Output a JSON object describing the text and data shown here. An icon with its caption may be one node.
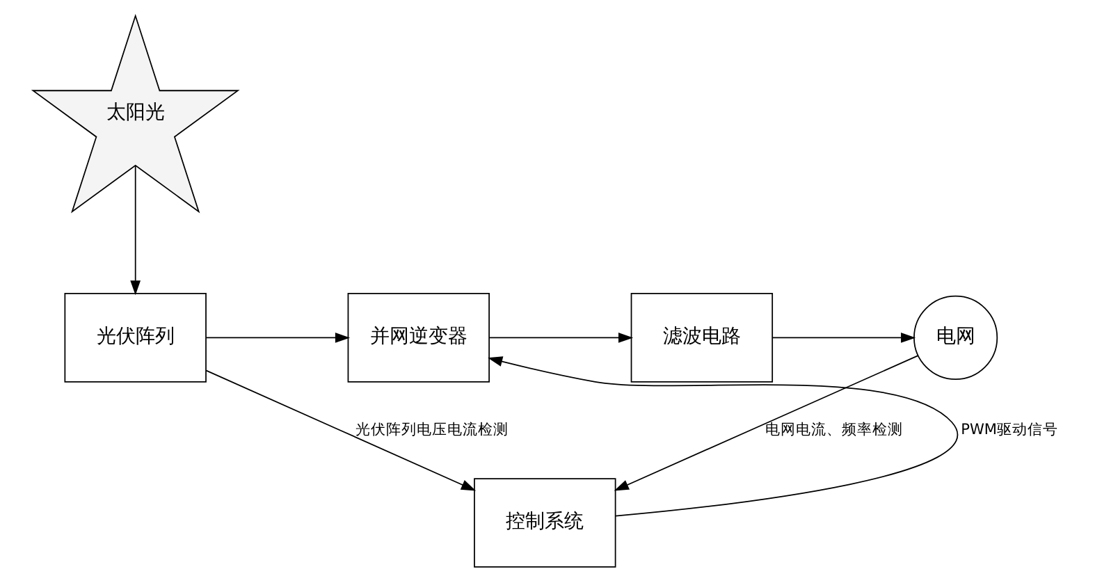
{
  "diagram": {
    "nodes": [
      {
        "text": [
          "太阳光"
        ]
      },
      {
        "text": [
          "光伏阵列"
        ]
      },
      {
        "text": [
          "并网逆变器"
        ]
      },
      {
        "text": [
          "滤波电路"
        ]
      },
      {
        "text": [
          "电网"
        ]
      },
      {
        "text": [
          "控制系统"
        ]
      }
    ],
    "edges": [
      {
        "from": 0,
        "to": 1,
        "arrow": "to"
      },
      {
        "from": 1,
        "to": 2,
        "arrow": "to"
      },
      {
        "from": 2,
        "to": 3,
        "arrow": "to"
      },
      {
        "from": 3,
        "to": 4,
        "arrow": "to"
      },
      {
        "from": 1,
        "to": 5,
        "arrow": "to",
        "label": "光伏阵列电压电流检测"
      },
      {
        "from": 5,
        "to": 2,
        "arrow": "to",
        "label": "PWM驱动信号"
      },
      {
        "from": 4,
        "to": 5,
        "arrow": "to",
        "label": "电网电流、频率检测"
      }
    ]
  }
}
